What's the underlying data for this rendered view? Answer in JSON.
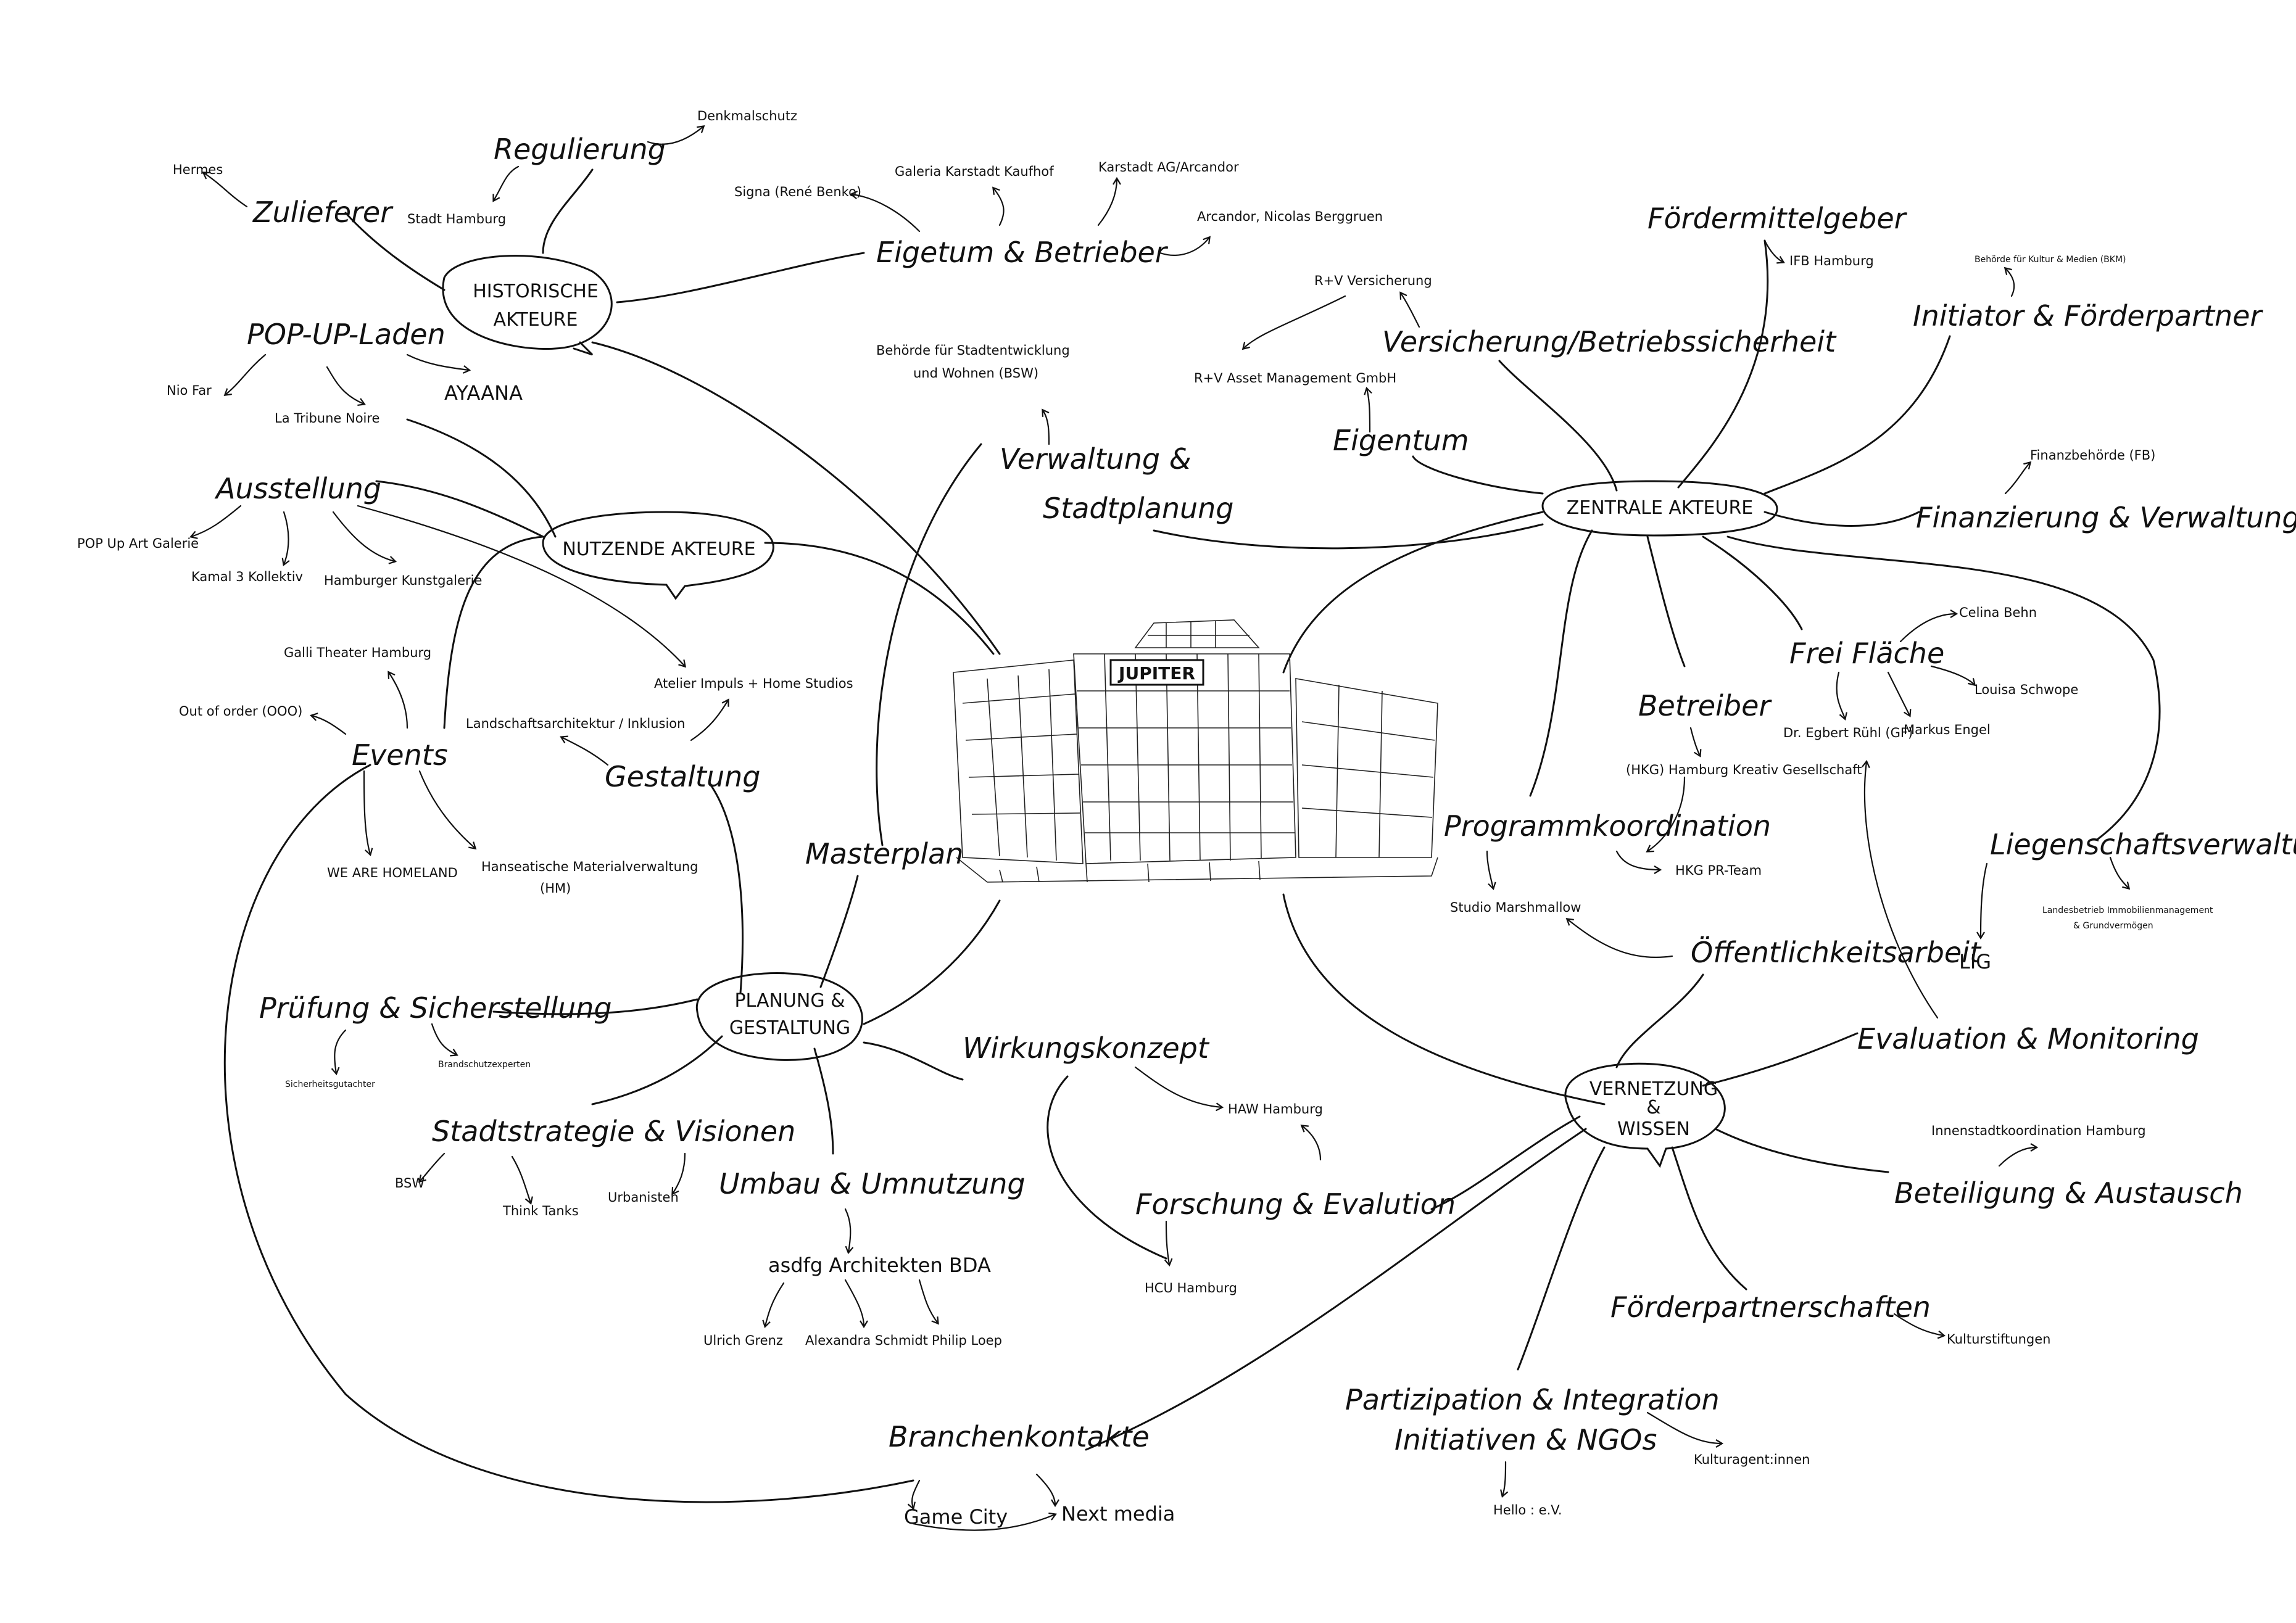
{
  "hubs": {
    "historische": [
      "HISTORISCHE",
      "AKTEURE"
    ],
    "nutzende": "NUTZENDE AKTEURE",
    "zentrale": "ZENTRALE AKTEURE",
    "planung": [
      "PLANUNG &",
      "GESTALTUNG"
    ],
    "vernetzung": [
      "VERNETZUNG",
      "&",
      "WISSEN"
    ]
  },
  "building": {
    "sign": "JUPITER"
  },
  "historische_akteure": {
    "zulieferer": "Zulieferer",
    "hermes": "Hermes",
    "regulierung": "Regulierung",
    "stadt_hamburg": "Stadt Hamburg",
    "denkmalschutz": "Denkmalschutz",
    "eigentum_betreiber": "Eigetum & Betrieber",
    "signa": "Signa (René Benko)",
    "galeria": "Galeria Karstadt Kaufhof",
    "karstadt_ag": "Karstadt AG/Arcandor",
    "arcandor": "Arcandor, Nicolas Berggruen"
  },
  "nutzende_akteure": {
    "popup": "POP-UP-Laden",
    "nio_far": "Nio Far",
    "la_tribune": "La Tribune Noire",
    "ayaana": "AYAANA",
    "ausstellung": "Ausstellung",
    "popup_art": "POP Up Art Galerie",
    "kamal": "Kamal 3 Kollektiv",
    "kunstgalerie": "Hamburger Kunstgalerie",
    "atelier": "Atelier Impuls + Home Studios",
    "events": "Events",
    "galli": "Galli Theater Hamburg",
    "out_of_order": "Out of order (OOO)",
    "we_are": "WE ARE HOMELAND",
    "hanseatische": [
      "Hanseatische Materialverwaltung",
      "(HM)"
    ]
  },
  "planung_gestaltung": {
    "gestaltung": "Gestaltung",
    "landschaft": "Landschaftsarchitektur / Inklusion",
    "masterplan": "Masterplan",
    "pruefung": "Prüfung & Sicherstellung",
    "sicherheit": "Sicherheitsgutachter",
    "brandschutz": "Brandschutzexperten",
    "stadtstrategie": "Stadtstrategie & Visionen",
    "bsw": "BSW",
    "think_tanks": "Think Tanks",
    "urbanisten": "Urbanisten",
    "umbau": "Umbau & Umnutzung",
    "asdfg": "asdfg Architekten BDA",
    "ulrich": "Ulrich Grenz",
    "alexandra": "Alexandra Schmidt",
    "philip": "Philip Loep",
    "wirkungskonzept": "Wirkungskonzept",
    "haw": "HAW Hamburg",
    "forschung": "Forschung & Evalution",
    "hcu": "HCU Hamburg"
  },
  "zentrale_akteure": {
    "verwaltung": [
      "Verwaltung &",
      "Stadtplanung"
    ],
    "bsw_full": [
      "Behörde für Stadtentwicklung",
      "und Wohnen (BSW)"
    ],
    "eigentum": "Eigentum",
    "rv_asset": "R+V Asset Management GmbH",
    "rv_versicherung": "R+V Versicherung",
    "versicherung": "Versicherung/Betriebssicherheit",
    "foerdermittelgeber": "Fördermittelgeber",
    "ifb": "IFB Hamburg",
    "initiator": "Initiator & Förderpartner",
    "bkm": "Behörde für Kultur & Medien (BKM)",
    "finanzierung": "Finanzierung & Verwaltung",
    "fb": "Finanzbehörde (FB)",
    "betreiber": "Betreiber",
    "hkg": "(HKG) Hamburg Kreativ Gesellschaft",
    "frei_flaeche": "Frei Fläche",
    "celina": "Celina Behn",
    "louisa": "Louisa Schwope",
    "egbert": "Dr. Egbert Rühl (GF)",
    "markus": "Markus Engel",
    "programm": "Programmkoordination",
    "studio": "Studio Marshmallow",
    "hkg_pr": "HKG PR-Team",
    "oeffentlichkeit": "Öffentlichkeitsarbeit",
    "liegenschaft": "Liegenschaftsverwaltung",
    "lig": "LIG",
    "landesbetrieb": [
      "Landesbetrieb Immobilienmanagement",
      "& Grundvermögen"
    ]
  },
  "vernetzung_wissen": {
    "evaluation": "Evaluation & Monitoring",
    "innenstadt": "Innenstadtkoordination Hamburg",
    "beteiligung": "Beteiligung & Austausch",
    "foerderpartner": "Förderpartnerschaften",
    "kulturstiftungen": "Kulturstiftungen",
    "partizipation": "Partizipation & Integration",
    "initiativen": "Initiativen & NGOs",
    "kulturagent": "Kulturagent:innen",
    "hello": "Hello : e.V.",
    "branchen": "Branchenkontakte",
    "game_city": "Game City",
    "next_media": "Next media"
  }
}
